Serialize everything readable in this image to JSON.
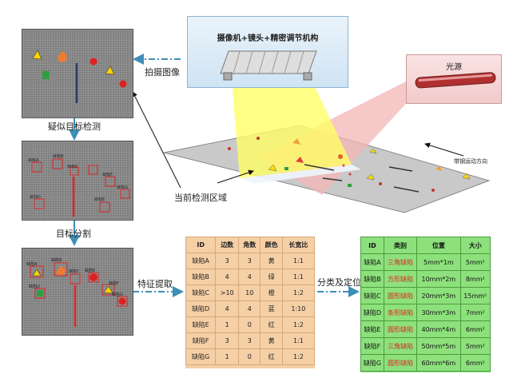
{
  "camera_box": {
    "title": "摄像机+镜头+精密调节机构"
  },
  "light_box": {
    "title": "光源"
  },
  "labels": {
    "capture": "拍摄图像",
    "suspect_detection": "疑似目标检测",
    "segmentation": "目标分割",
    "feature_extraction": "特征提取",
    "classify_locate": "分类及定位",
    "current_region": "当前检测区域",
    "strip_direction": "带钢运动方向"
  },
  "panel2_tags": [
    "目标A",
    "目标B",
    "目标C",
    "目标D",
    "目标E",
    "目标F",
    "目标G"
  ],
  "panel3_tags": [
    "缺陷A",
    "缺陷B",
    "缺陷C",
    "缺陷D",
    "缺陷E",
    "缺陷F",
    "缺陷G"
  ],
  "feature_table": {
    "headers": [
      "ID",
      "边数",
      "角数",
      "颜色",
      "长宽比"
    ],
    "rows": [
      [
        "缺陷A",
        "3",
        "3",
        "黄",
        "1:1"
      ],
      [
        "缺陷B",
        "4",
        "4",
        "绿",
        "1:1"
      ],
      [
        "缺陷C",
        ">10",
        "10",
        "橙",
        "1:2"
      ],
      [
        "缺陷D",
        "4",
        "4",
        "蓝",
        "1:10"
      ],
      [
        "缺陷E",
        "1",
        "0",
        "红",
        "1:2"
      ],
      [
        "缺陷F",
        "3",
        "3",
        "黄",
        "1:1"
      ],
      [
        "缺陷G",
        "1",
        "0",
        "红",
        "1:2"
      ]
    ]
  },
  "class_table": {
    "headers": [
      "ID",
      "类别",
      "位置",
      "大小"
    ],
    "rows": [
      [
        "缺陷A",
        "三角缺陷",
        "5mm*1m",
        "5mm²"
      ],
      [
        "缺陷B",
        "方形缺陷",
        "10mm*2m",
        "8mm²"
      ],
      [
        "缺陷C",
        "圆形缺陷",
        "20mm*3m",
        "15mm²"
      ],
      [
        "缺陷D",
        "条形缺陷",
        "30mm*3m",
        "7mm²"
      ],
      [
        "缺陷E",
        "圆形缺陷",
        "40mm*4m",
        "6mm²"
      ],
      [
        "缺陷F",
        "三角缺陷",
        "50mm*5m",
        "5mm²"
      ],
      [
        "缺陷G",
        "圆形缺陷",
        "60mm*6m",
        "6mm²"
      ]
    ]
  },
  "colors": {
    "arrow": "#3e8fb5",
    "feature_bg": "#f5cfa6",
    "class_bg": "#8de17c",
    "highlight_red": "#e0211f",
    "camera_beam": "#ffff66",
    "light_beam": "#f4b6b6"
  }
}
